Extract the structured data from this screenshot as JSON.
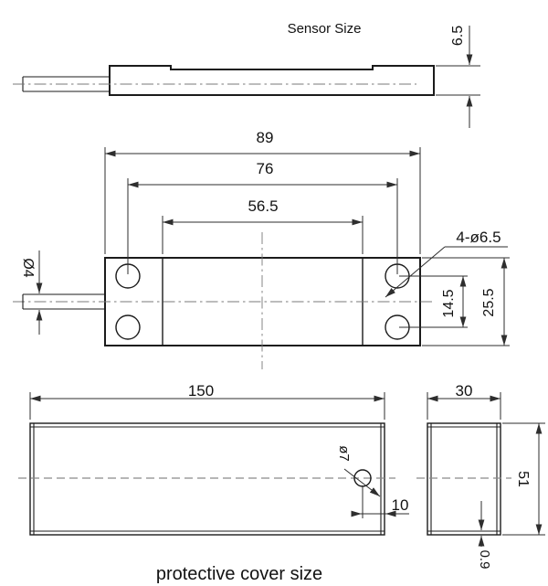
{
  "drawing": {
    "title": "Sensor Size",
    "caption": "protective cover size",
    "sensor_side_view": {
      "height": "6.5"
    },
    "sensor_top_view": {
      "overall_length": "89",
      "hole_center_spacing": "76",
      "body_inner_length": "56.5",
      "mounting_holes_label": "4-ø6.5",
      "cable_diameter": "Ø4",
      "hole_vertical_spacing": "14.5",
      "body_width": "25.5"
    },
    "cover_front_view": {
      "length": "150",
      "hole_diameter": "ø7",
      "hole_edge_offset": "10"
    },
    "cover_side_view": {
      "width": "30",
      "height": "51",
      "wall_thickness": "0.9"
    }
  }
}
